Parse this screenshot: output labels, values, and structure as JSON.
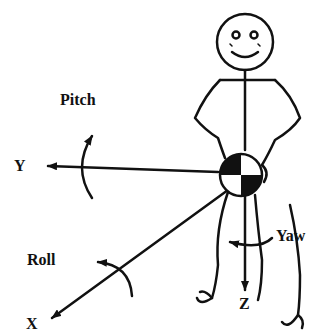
{
  "diagram": {
    "labels": [
      "Pitch",
      "Y",
      "Roll",
      "X",
      "Yaw",
      "Z"
    ]
  }
}
